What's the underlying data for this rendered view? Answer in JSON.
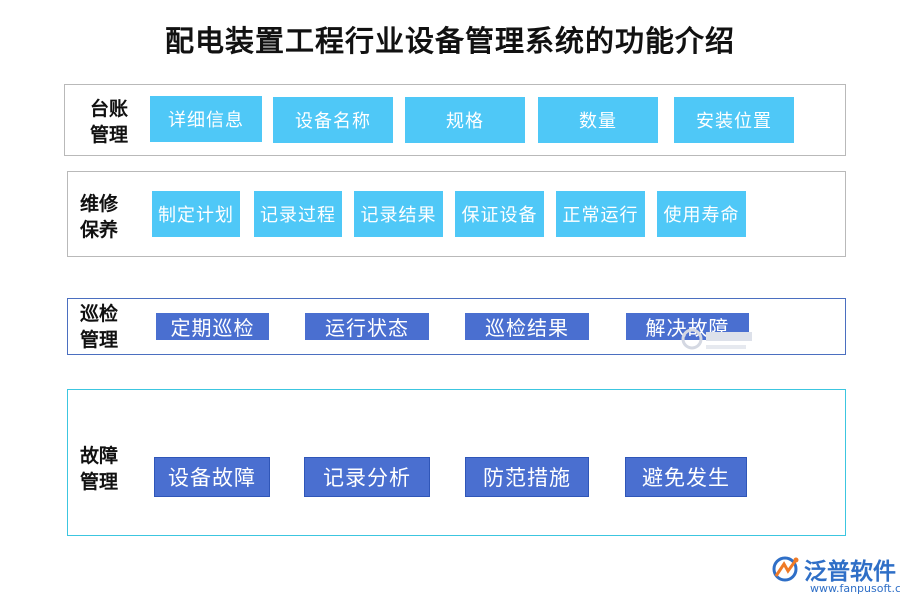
{
  "title": "配电装置工程行业设备管理系统的功能介绍",
  "sections": [
    {
      "label": "台账\n管理",
      "items": [
        "详细信息",
        "设备名称",
        "规格",
        "数量",
        "安装位置"
      ]
    },
    {
      "label": "维修\n保养",
      "items": [
        "制定计划",
        "记录过程",
        "记录结果",
        "保证设备",
        "正常运行",
        "使用寿命"
      ]
    },
    {
      "label": "巡检\n管理",
      "items": [
        "定期巡检",
        "运行状态",
        "巡检结果",
        "解决故障"
      ]
    },
    {
      "label": "故障\n管理",
      "items": [
        "设备故障",
        "记录分析",
        "防范措施",
        "避免发生"
      ]
    }
  ],
  "logo": {
    "name": "泛普软件",
    "url": "www.fanpusoft.com",
    "icon": "fanpu-logo-icon"
  },
  "colors": {
    "cyan_box": "#4fc8f7",
    "navy_box": "#4a6fd0",
    "logo_blue": "#2f6fc7"
  }
}
